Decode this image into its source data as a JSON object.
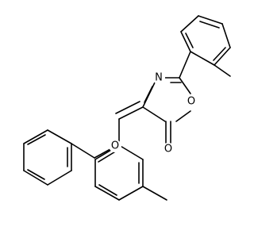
{
  "atoms": {
    "oxygen_ether": "O",
    "nitrogen_ring": "N",
    "oxygen_ring": "O",
    "oxygen_carbonyl": "O"
  },
  "colors": {
    "bond": "#000000",
    "background": "#ffffff"
  }
}
